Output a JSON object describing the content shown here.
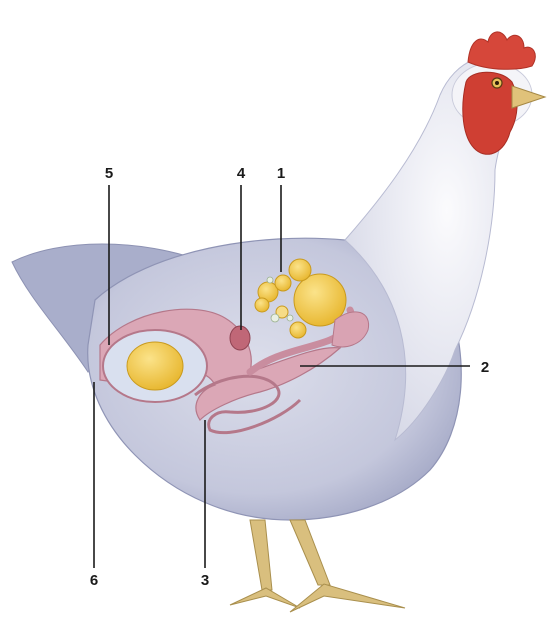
{
  "diagram": {
    "subject": "hen-reproductive-system",
    "labels": [
      {
        "id": "label-1",
        "text": "1"
      },
      {
        "id": "label-2",
        "text": "2"
      },
      {
        "id": "label-3",
        "text": "3"
      },
      {
        "id": "label-4",
        "text": "4"
      },
      {
        "id": "label-5",
        "text": "5"
      },
      {
        "id": "label-6",
        "text": "6"
      }
    ],
    "colors": {
      "body": "#c9ccdf",
      "body_shade": "#9ea3c2",
      "neck": "#eeeef4",
      "comb": "#d6473a",
      "yolk": "#f2c640",
      "oviduct": "#d9a3b3",
      "legs": "#d9bf7e"
    }
  }
}
